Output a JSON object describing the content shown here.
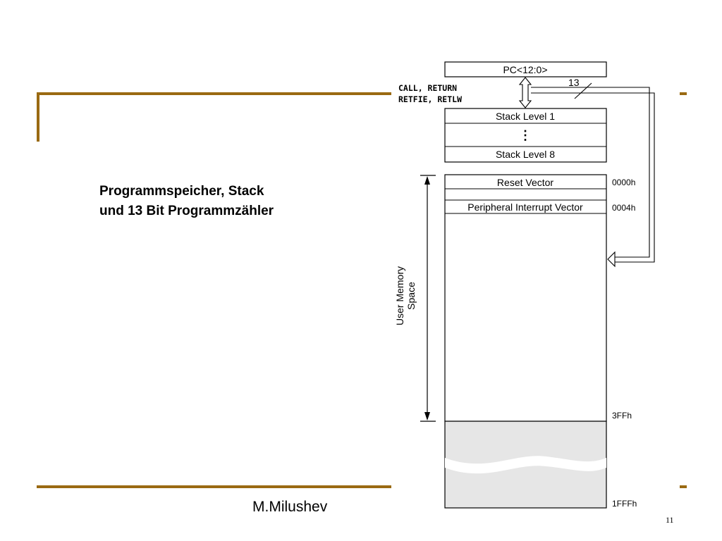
{
  "slide": {
    "title_line1": "Programmspeicher, Stack",
    "title_line2": "und 13 Bit Programmzähler",
    "author": "M.Milushev",
    "page_number": "11",
    "accent_color": "#9a6a12"
  },
  "diagram": {
    "pc_label": "PC<12:0>",
    "instructions_line1": "CALL, RETURN",
    "instructions_line2": "RETFIE, RETLW",
    "bus_width": "13",
    "stack_top": "Stack Level 1",
    "stack_ellipsis": "⋮",
    "stack_bottom": "Stack Level 8",
    "reset_vector": "Reset Vector",
    "interrupt_vector": "Peripheral Interrupt Vector",
    "space_label_line1": "User Memory",
    "space_label_line2": "Space",
    "addresses": {
      "reset": "0000h",
      "interrupt": "0004h",
      "end_user": "3FFh",
      "end_total": "1FFFh"
    },
    "unimplemented_color": "#e6e6e6"
  }
}
